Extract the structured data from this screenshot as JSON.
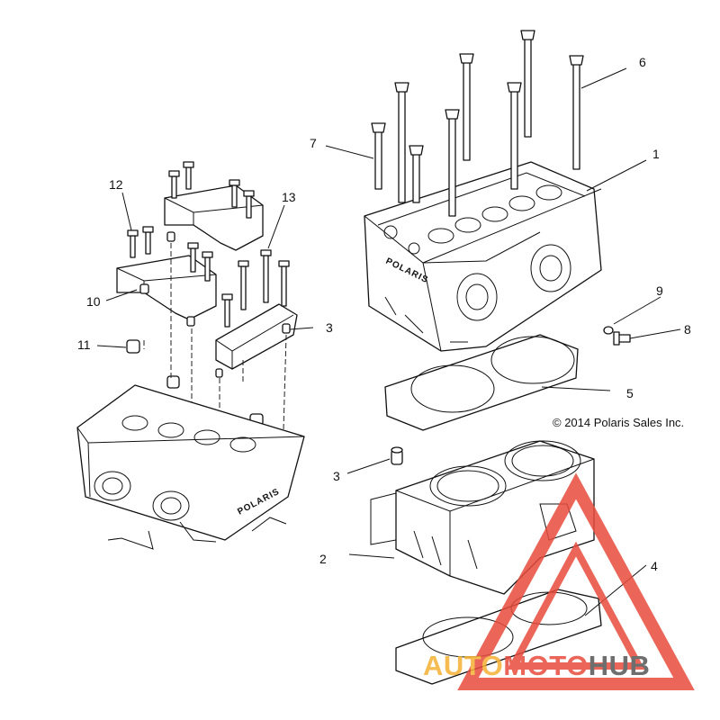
{
  "callouts": {
    "c1": "1",
    "c2": "2",
    "c3a": "3",
    "c3b": "3",
    "c4": "4",
    "c5": "5",
    "c6": "6",
    "c7": "7",
    "c8": "8",
    "c9": "9",
    "c10": "10",
    "c11": "11",
    "c12": "12",
    "c13": "13"
  },
  "copyright": "© 2014 Polaris Sales Inc.",
  "engraving": "POLARIS",
  "watermark": {
    "auto": "AUTO",
    "moto": "MOTO",
    "hub": "HUB",
    "colors": {
      "auto": "#f5b133",
      "moto": "#e84c3d",
      "hub": "#555555",
      "triangle": "#e84c3d"
    }
  }
}
